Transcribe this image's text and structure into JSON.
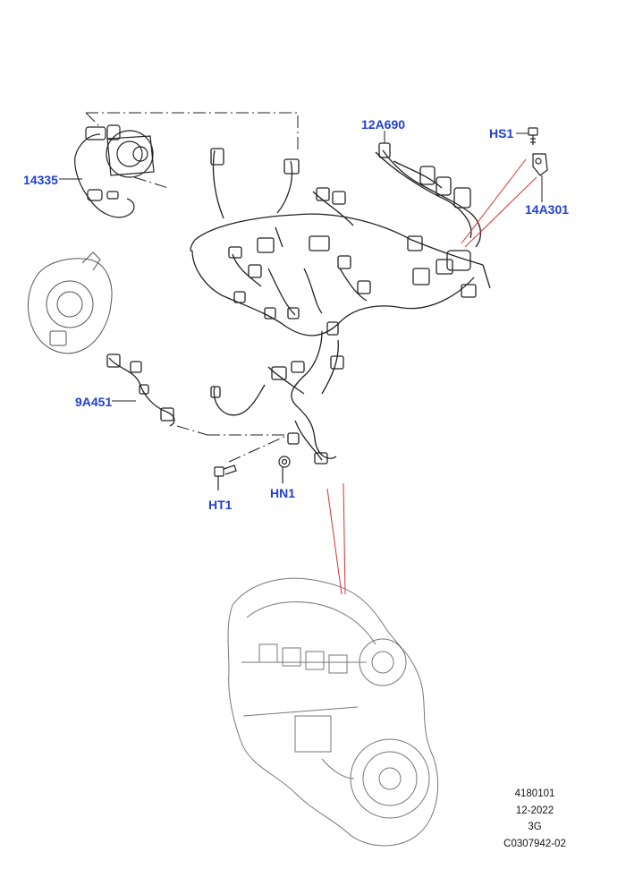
{
  "callouts": {
    "c14335": "14335",
    "c12A690": "12A690",
    "cHS1": "HS1",
    "c14A301": "14A301",
    "c9A451": "9A451",
    "cHT1": "HT1",
    "cHN1": "HN1"
  },
  "footer": {
    "line1": "4180101",
    "line2": "12-2022",
    "line3": "3G",
    "line4": "C0307942-02"
  },
  "colors": {
    "callout_text": "#1f3fd6",
    "leader_lines": "#e03030",
    "drawing": "#222222"
  }
}
